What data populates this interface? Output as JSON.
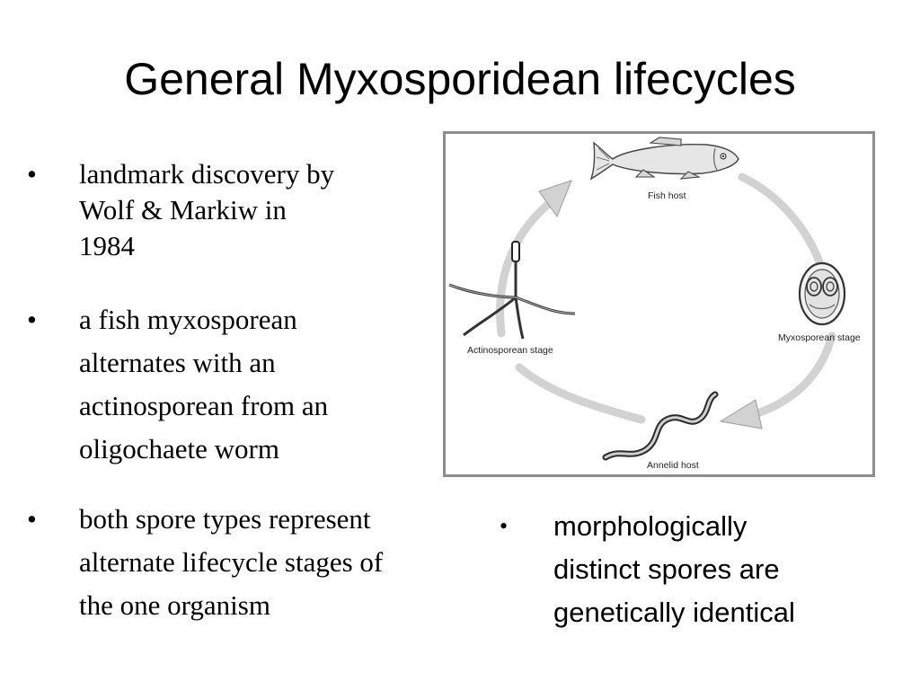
{
  "title": "General Myxosporidean lifecycles",
  "bullets": [
    {
      "marker": "•",
      "text": "landmark discovery by\nWolf & Markiw in\n1984"
    },
    {
      "marker": "•",
      "text": "a fish myxosporean\nalternates with an\nactinosporean from an\noligochaete worm"
    },
    {
      "marker": "•",
      "text": "both spore types represent\nalternate lifecycle stages of\nthe one organism"
    },
    {
      "marker": "•",
      "text": "morphologically\ndistinct spores are\ngenetically identical"
    }
  ],
  "figure": {
    "labels": {
      "fish": "Fish host",
      "myxo": "Myxosporean stage",
      "annelid": "Annelid host",
      "actino": "Actinosporean stage"
    },
    "icons": [
      "fish-icon",
      "myxospore-icon",
      "annelid-worm-icon",
      "actinospore-icon"
    ]
  }
}
